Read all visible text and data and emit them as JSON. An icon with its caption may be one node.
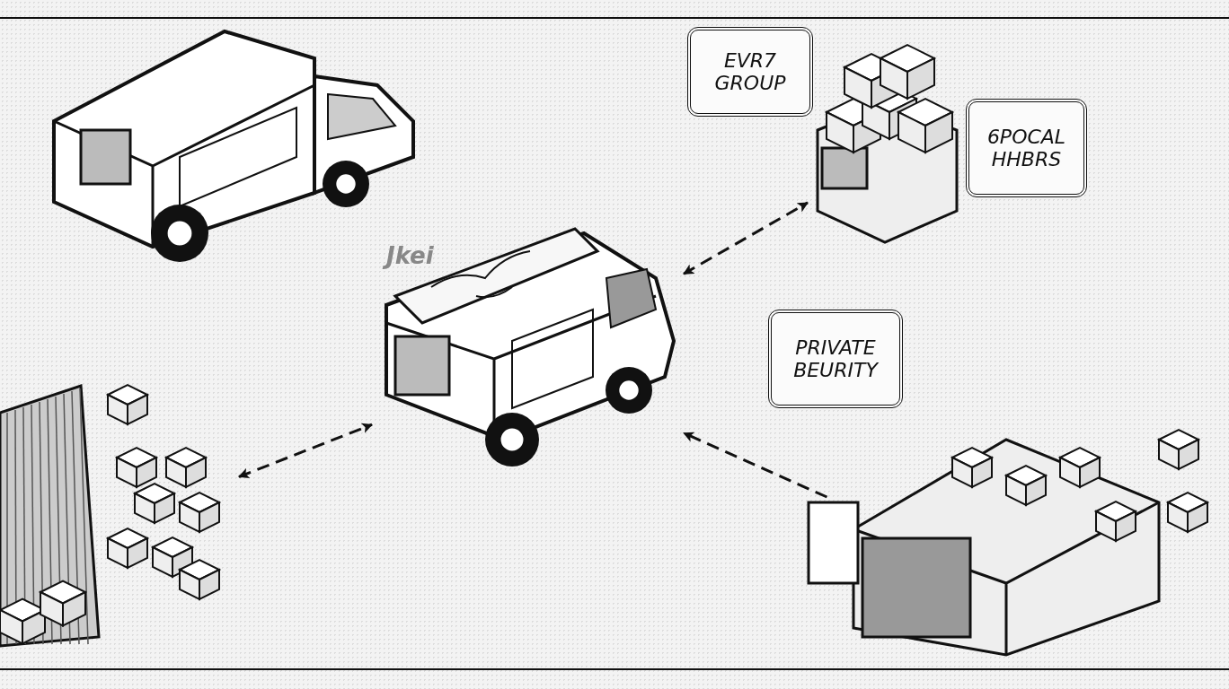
{
  "diagram": {
    "nodes": [
      {
        "text": [],
        "shape": "picture"
      },
      {
        "text": [
          "EVR7 GROUP"
        ]
      },
      {
        "text": [],
        "shape": "picture"
      },
      {
        "text": [
          "6POCAL HHBRS"
        ]
      },
      {
        "text": [],
        "shape": "picture",
        "beside": [
          "Jkei"
        ]
      },
      {
        "text": [
          "PRIVATE BEURITY"
        ]
      },
      {
        "text": [],
        "shape": "picture"
      },
      {
        "text": [],
        "shape": "picture"
      }
    ],
    "edges": [
      {
        "from": 4,
        "to": 2,
        "arrow": "both",
        "style": "dashed"
      },
      {
        "from": 6,
        "to": 4,
        "arrow": "both",
        "style": "dashed"
      },
      {
        "from": 7,
        "to": 4,
        "arrow": "to",
        "style": "dashed"
      }
    ]
  }
}
